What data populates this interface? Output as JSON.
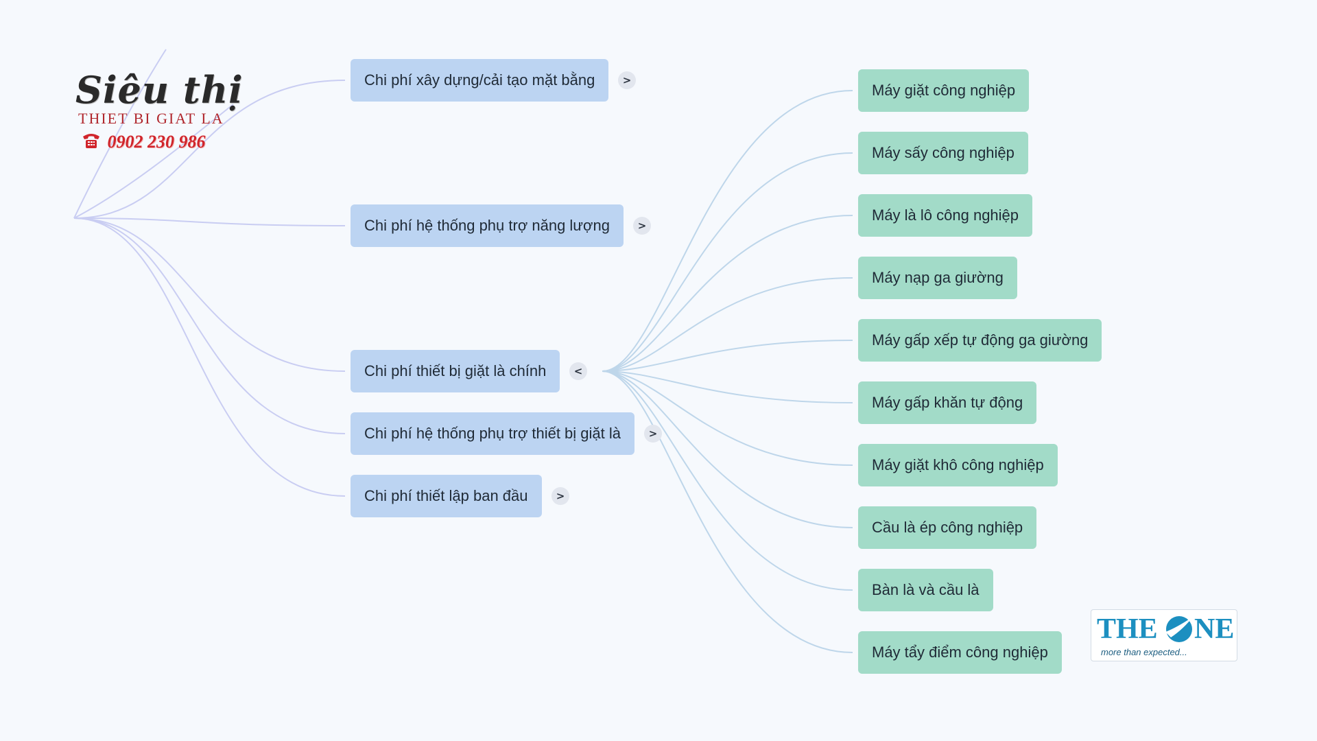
{
  "brand": {
    "title": "Siêu thị",
    "subtitle": "THIET BI GIAT LA",
    "phone": "0902 230 986"
  },
  "logo": {
    "word_left": "THE",
    "word_right": "NE",
    "tagline": "more than expected..."
  },
  "branches": [
    {
      "label": "Chi phí xây dựng/cải tạo mặt bằng",
      "toggle": ">"
    },
    {
      "label": "Chi phí hệ thống phụ trợ năng lượng",
      "toggle": ">"
    },
    {
      "label": "Chi phí thiết bị giặt là chính",
      "toggle": "<"
    },
    {
      "label": "Chi phí hệ thống phụ trợ thiết bị giặt là",
      "toggle": ">"
    },
    {
      "label": "Chi phí thiết lập ban đầu",
      "toggle": ">"
    }
  ],
  "leaves": [
    "Máy giặt công nghiệp",
    "Máy sấy công nghiệp",
    "Máy là lô công nghiệp",
    "Máy nạp ga giường",
    "Máy gấp xếp tự động ga giường",
    "Máy gấp khăn tự động",
    "Máy giặt khô công nghiệp",
    "Cầu là ép công nghiệp",
    "Bàn là và cầu là",
    "Máy tẩy điểm công nghiệp"
  ],
  "colors": {
    "background": "#f6f9fd",
    "branch_fill": "#bcd4f2",
    "leaf_fill": "#a2dbc8",
    "root_links": "#c9cdf2",
    "leaf_links": "#bed6ea",
    "brand_red": "#d0252b",
    "logo_blue": "#1c8fc0"
  }
}
